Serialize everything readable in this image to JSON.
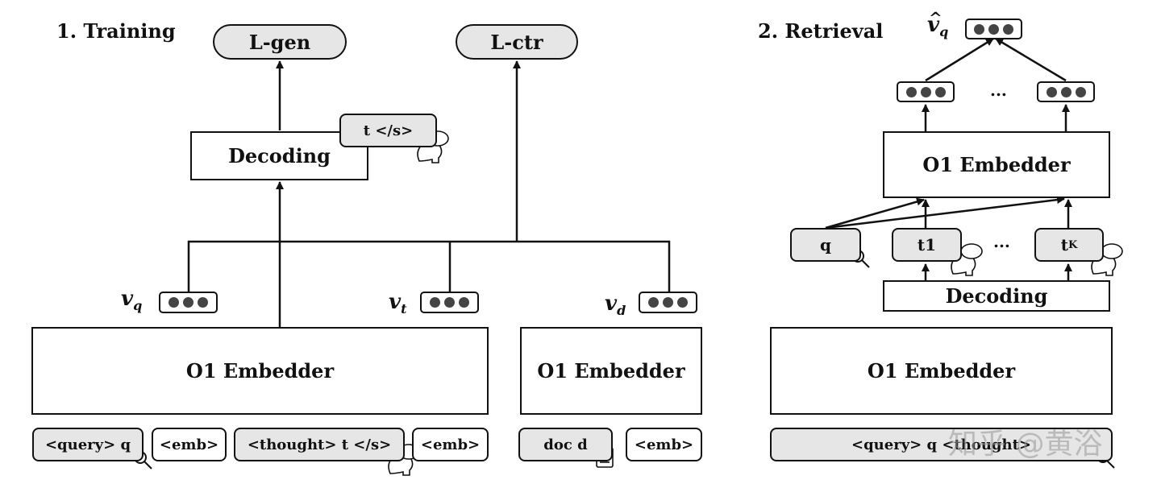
{
  "sections": {
    "training": "1. Training",
    "retrieval": "2. Retrieval"
  },
  "training": {
    "loss_gen": "L-gen",
    "loss_ctr": "L-ctr",
    "decoding": "Decoding",
    "thought_tag": "t </s>",
    "v_q": "v",
    "v_q_sub": "q",
    "v_t": "v",
    "v_t_sub": "t",
    "v_d": "v",
    "v_d_sub": "d",
    "embedder_left": "O1 Embedder",
    "embedder_doc": "O1 Embedder",
    "inputs": [
      "<query> q",
      "<emb>",
      "<thought> t </s>",
      "<emb>",
      "doc d",
      "<emb>"
    ]
  },
  "retrieval": {
    "vhat": "v",
    "vhat_sub": "q",
    "ellipsis_top": "...",
    "embedder_mid": "O1 Embedder",
    "q": "q",
    "t1": "t1",
    "ellipsis_mid": "...",
    "tk": "t",
    "tk_sub": "K",
    "decoding": "Decoding",
    "embedder_bottom": "O1 Embedder",
    "input": "<query> q <thought>"
  },
  "watermark": "知乎 @黄浴"
}
